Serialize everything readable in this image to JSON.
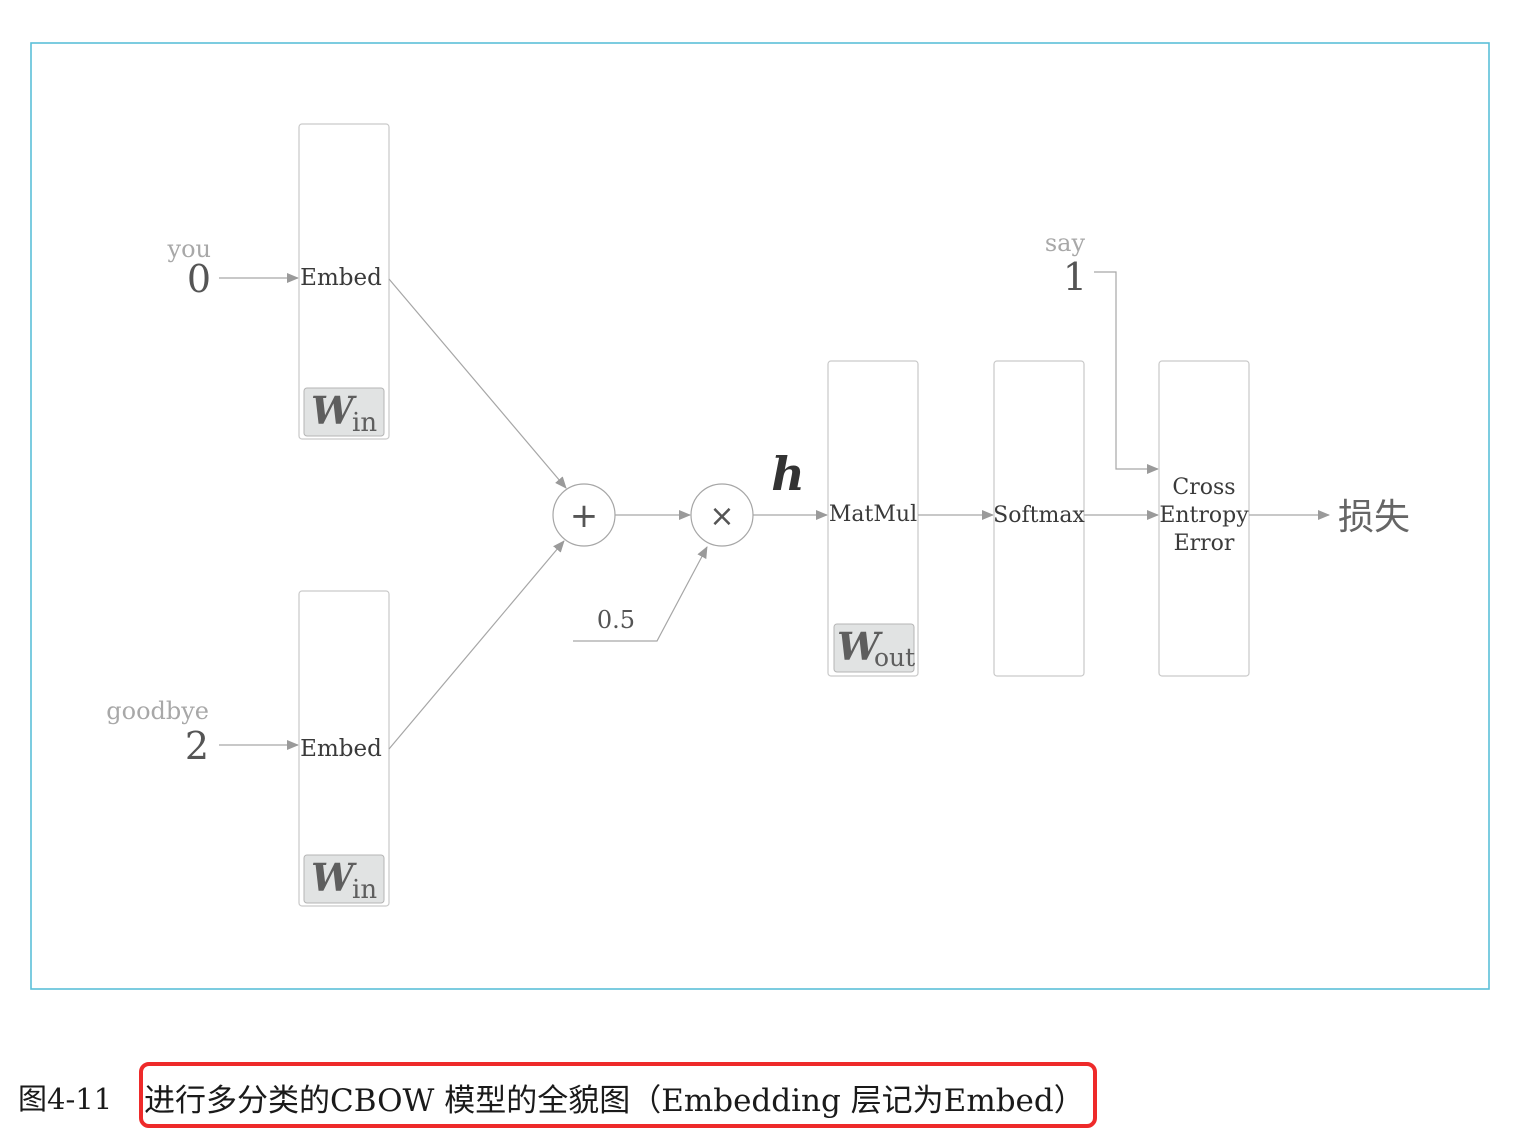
{
  "figure": {
    "number": "图4-11",
    "caption": "进行多分类的CBOW 模型的全貌图（Embedding 层记为Embed）"
  },
  "diagram": {
    "inputs": [
      {
        "word": "you",
        "index": "0"
      },
      {
        "word": "goodbye",
        "index": "2"
      }
    ],
    "target": {
      "word": "say",
      "index": "1"
    },
    "layers": {
      "embed_label": "Embed",
      "matmul_label": "MatMul",
      "softmax_label": "Softmax",
      "cee_label_line1": "Cross",
      "cee_label_line2": "Entropy",
      "cee_label_line3": "Error"
    },
    "weights": {
      "w_symbol": "W",
      "in_sub": "in",
      "out_sub": "out"
    },
    "ops": {
      "add": "+",
      "multiply": "×",
      "scale_value": "0.5"
    },
    "hidden_symbol": "h",
    "output_label": "损失"
  },
  "colors": {
    "frame": "#5bc0d9",
    "highlight": "#ee2a2a",
    "weight_fill": "#e1e3e3"
  }
}
